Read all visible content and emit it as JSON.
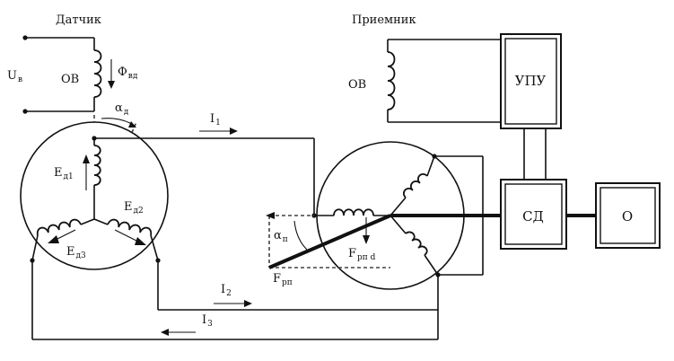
{
  "transmitter": {
    "title": "Датчик",
    "supply": "U",
    "supply_sub": "в",
    "winding": "ОВ",
    "flux": "Ф",
    "flux_sub": "вд",
    "angle": "α",
    "angle_sub": "д",
    "emf": [
      "E",
      "E",
      "E"
    ],
    "emf_sub": [
      "д1",
      "д2",
      "д3"
    ]
  },
  "receiver": {
    "title": "Приемник",
    "winding": "ОВ",
    "angle": "α",
    "angle_sub": "п",
    "force": "F",
    "force_sub": "рп",
    "force_d": "F",
    "force_d_sub": "рп d"
  },
  "currents": {
    "i1": "I",
    "i1_sub": "1",
    "i2": "I",
    "i2_sub": "2",
    "i3": "I",
    "i3_sub": "3"
  },
  "blocks": {
    "amplifier": "УПУ",
    "motor": "СД",
    "object": "О"
  }
}
